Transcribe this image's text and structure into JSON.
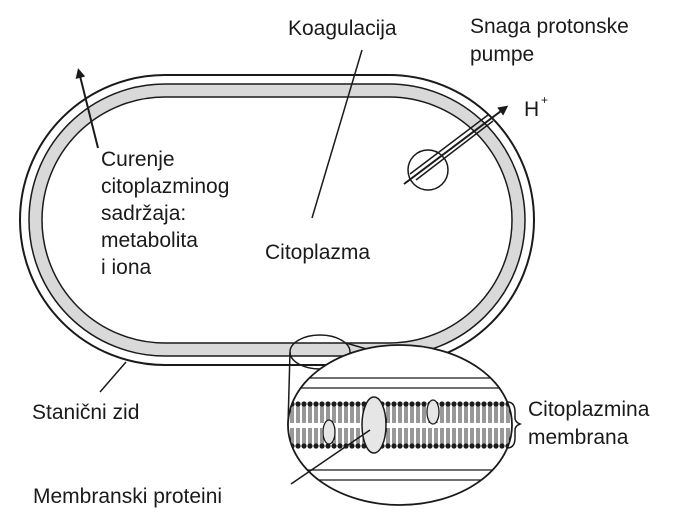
{
  "diagram": {
    "labels": {
      "coagulation": "Koagulacija",
      "proton_pump_line1": "Snaga protonske",
      "proton_pump_line2": "pumpe",
      "proton": "H",
      "proton_sup": "+",
      "leakage_line1": "Curenje",
      "leakage_line2": "citoplazminog",
      "leakage_line3": "sadržaja:",
      "leakage_line4": "metabolita",
      "leakage_line5": "i iona",
      "cytoplasm": "Citoplazma",
      "cell_wall": "Stanični zid",
      "membrane_line1": "Citoplazmina",
      "membrane_line2": "membrana",
      "membrane_proteins": "Membranski proteini"
    },
    "colors": {
      "stroke": "#1a1a1a",
      "membrane_fill": "#d9d9d9",
      "background": "#ffffff"
    }
  }
}
